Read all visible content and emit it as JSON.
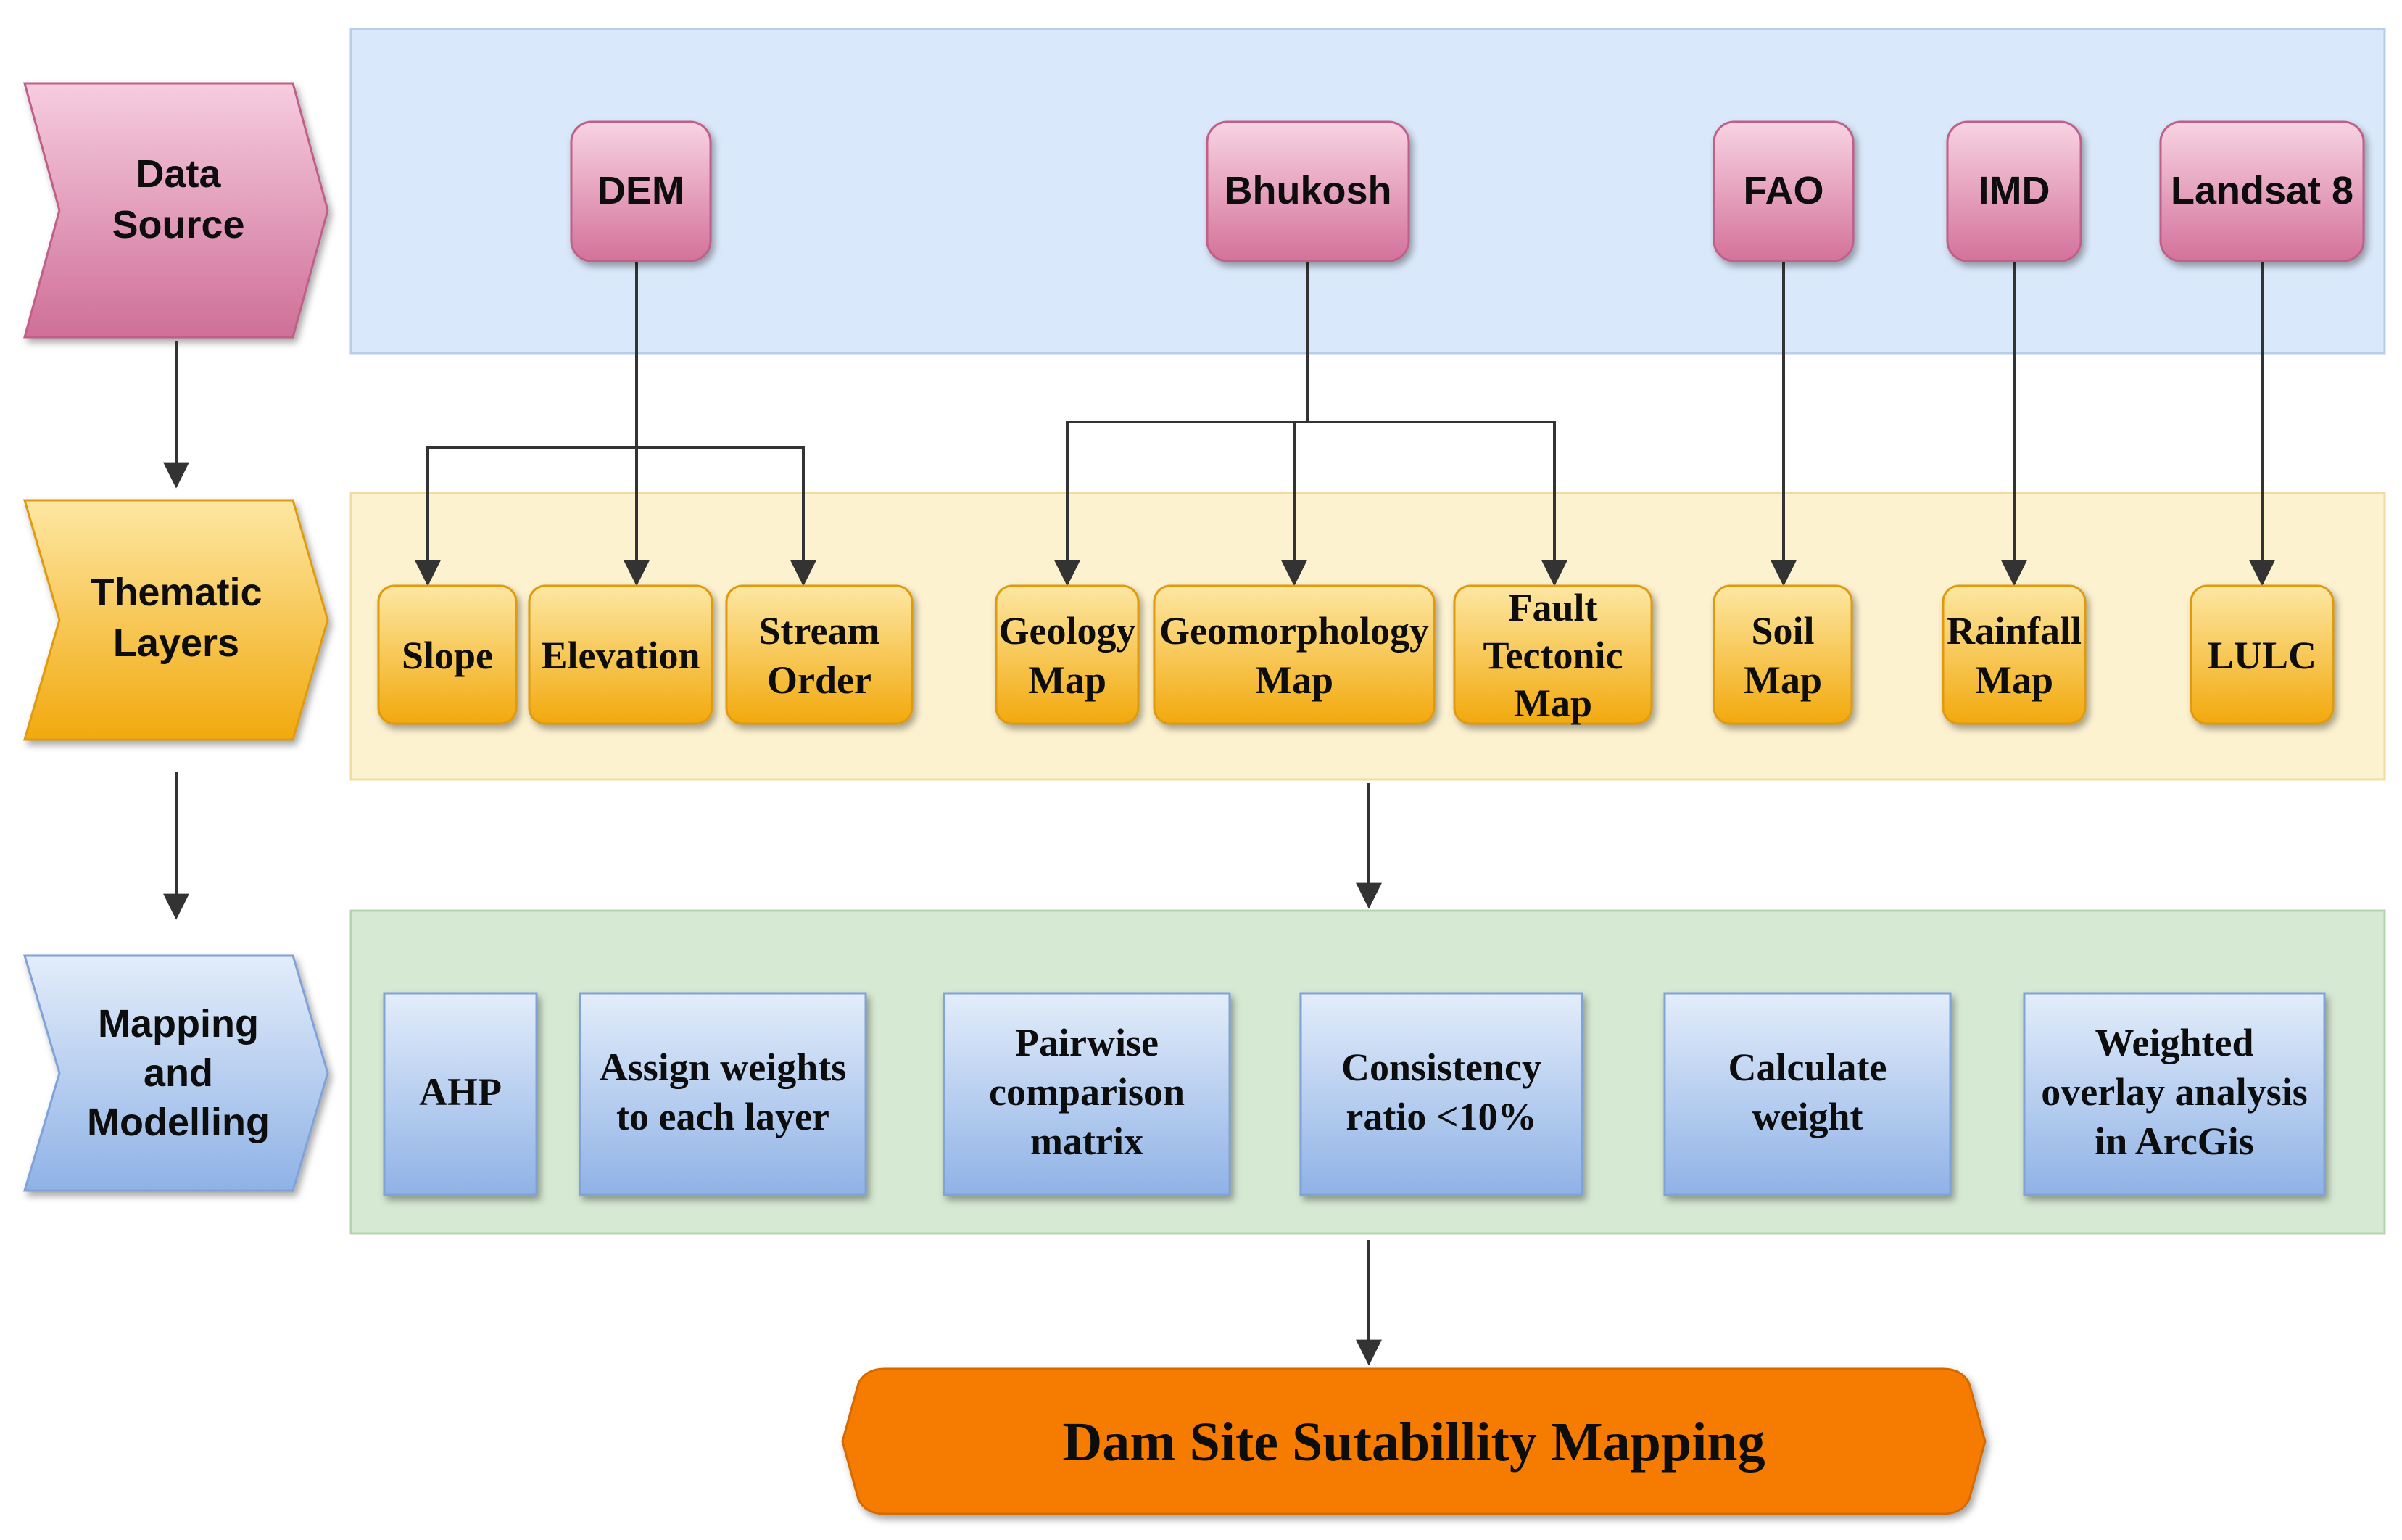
{
  "stages": {
    "data_source": [
      "Data",
      "Source"
    ],
    "thematic_layers": [
      "Thematic",
      "Layers"
    ],
    "mapping_modelling": [
      "Mapping",
      "and",
      "Modelling"
    ]
  },
  "sources": {
    "dem": "DEM",
    "bhukosh": "Bhukosh",
    "fao": "FAO",
    "imd": "IMD",
    "landsat": "Landsat 8"
  },
  "layers": {
    "slope": [
      "Slope"
    ],
    "elevation": [
      "Elevation"
    ],
    "stream_order": [
      "Stream",
      "Order"
    ],
    "geology": [
      "Geology",
      "Map"
    ],
    "geomorphology": [
      "Geomorphology",
      "Map"
    ],
    "fault": [
      "Fault",
      "Tectonic",
      "Map"
    ],
    "soil": [
      "Soil",
      "Map"
    ],
    "rainfall": [
      "Rainfall",
      "Map"
    ],
    "lulc": [
      "LULC"
    ]
  },
  "modelling": {
    "ahp": [
      "AHP"
    ],
    "assign": [
      "Assign weights",
      "to each layer"
    ],
    "pairwise": [
      "Pairwise",
      "comparison",
      "matrix"
    ],
    "consistency": [
      "Consistency",
      "ratio <10%"
    ],
    "calculate": [
      "Calculate",
      "weight"
    ],
    "weighted": [
      "Weighted",
      "overlay analysis",
      "in ArcGis"
    ]
  },
  "output": {
    "title": "Dam Site Sutabillity Mapping"
  },
  "colors": {
    "source_band": "#dae8fb",
    "layer_band": "#fdf2d0",
    "model_band": "#d6e9d3",
    "pink": "#d9799e",
    "orange": "#f7b91c",
    "blue": "#a6c3ec",
    "output": "#f57c00"
  }
}
